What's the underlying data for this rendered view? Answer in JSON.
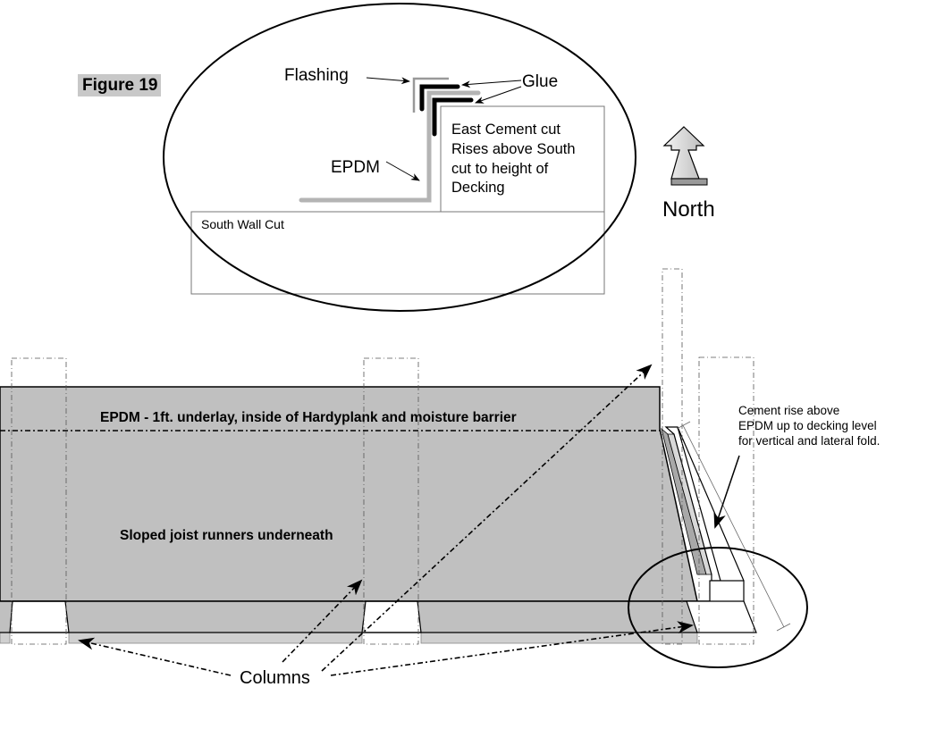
{
  "figure": {
    "label": "Figure 19",
    "label_bg": "#c8c8c8"
  },
  "detail_inset": {
    "labels": {
      "flashing": "Flashing",
      "glue": "Glue",
      "epdm": "EPDM",
      "east_cut": [
        "East Cement cut",
        "Rises above South",
        "cut to height of",
        "Decking"
      ],
      "south_wall": "South Wall Cut"
    },
    "colors": {
      "flashing": "#a0a0a0",
      "glue": "#000000",
      "epdm": "#b4b4b4"
    }
  },
  "compass": {
    "label": "North",
    "direction": "up"
  },
  "main_view": {
    "labels": {
      "epdm_underlay": "EPDM - 1ft. underlay, inside of Hardyplank and moisture barrier",
      "joist_runners": "Sloped joist runners underneath",
      "cement_rise": [
        "Cement rise above",
        "EPDM up to decking level",
        "for vertical and lateral fold."
      ],
      "columns": "Columns"
    },
    "colors": {
      "deck_fill": "#c0c0c0",
      "lower_strip": "#d0d0d0",
      "side_shade": "#a8a8a8"
    }
  }
}
